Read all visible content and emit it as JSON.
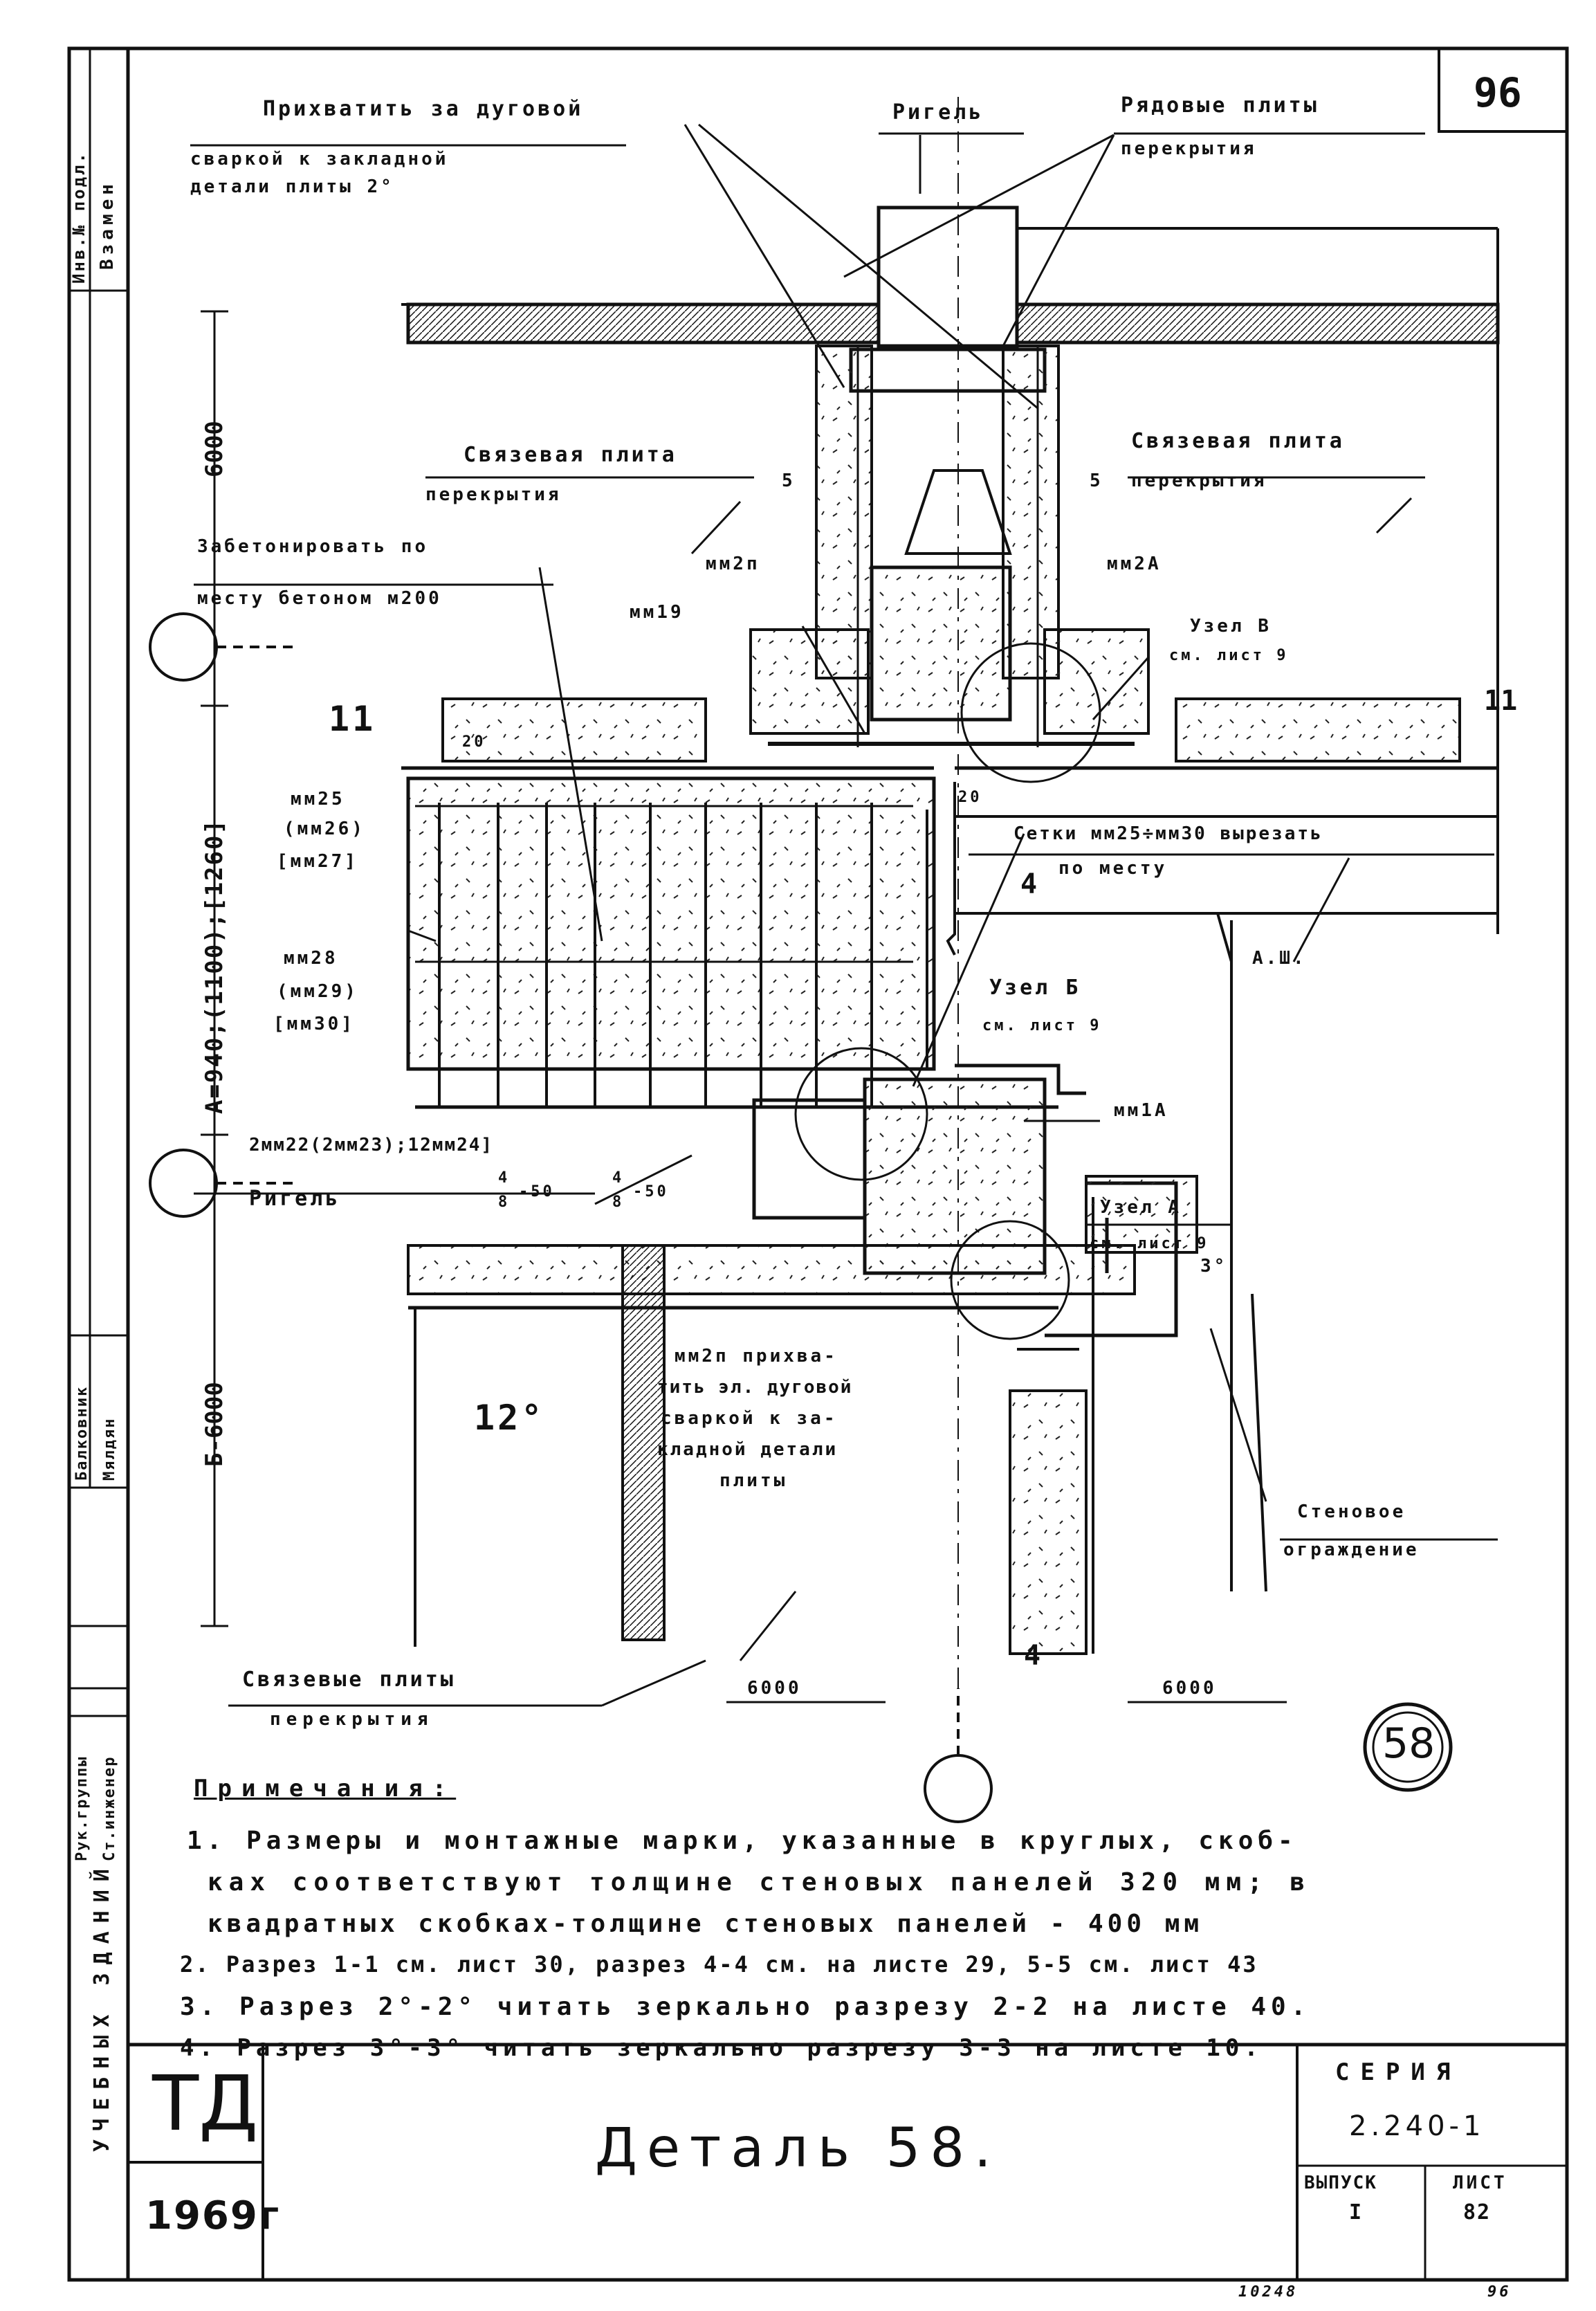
{
  "sheet": {
    "page_number": "96",
    "title": "Деталь 58.",
    "detail_circle": "58",
    "series_label": "СЕРИЯ",
    "series_value": "2.240-1",
    "issue_label": "ВЫПУСК",
    "issue_value": "I",
    "sheet_label": "ЛИСТ",
    "sheet_value": "82",
    "org": "ТД",
    "year": "1969г",
    "bottom_code_1": "10248",
    "bottom_code_2": "96"
  },
  "side_strip": {
    "inventory": "Инв.№ подл.",
    "replace": "Взамен",
    "building_type": "УЧЕБНЫХ ЗДАНИЙ",
    "roles": [
      {
        "role": "Рук.группы",
        "name": "Балковник"
      },
      {
        "role": "Ст.инженер",
        "name": "Мялдян"
      }
    ]
  },
  "labels": {
    "weld_to_plate": "Прихватить за дуговой",
    "weld_to_plate_2": "сваркой к закладной",
    "weld_to_plate_3": "детали плиты 2°",
    "girder_top": "Ригель",
    "ordinary_slabs": "Рядовые плиты",
    "ordinary_slabs_2": "перекрытия",
    "tie_slab_left": "Связевая плита",
    "tie_slab_left_2": "перекрытия",
    "tie_slab_right": "Связевая плита",
    "tie_slab_right_2": "перекрытия",
    "concrete": "Забетонировать по",
    "concrete_2": "месту бетоном м200",
    "mm2p": "мм2п",
    "mm2a": "мм2А",
    "mm19": "мм19",
    "node_v": "Узел В",
    "node_v_ref": "см. лист 9",
    "section_11_left": "11",
    "section_11_right": "11",
    "dim_20_a": "20",
    "dim_20_b": "20",
    "mesh_25": "мм25",
    "mesh_26": "(мм26)",
    "mesh_27": "[мм27]",
    "mesh_28": "мм28",
    "mesh_29": "(мм29)",
    "mesh_30": "[мм30]",
    "cut_mesh": "Сетки мм25÷мм30 вырезать",
    "cut_mesh_2": "по месту",
    "section_4_top": "4",
    "node_b": "Узел Б",
    "node_b_ref": "см. лист 9",
    "aw": "А.Ш.",
    "mm1a": "мм1А",
    "bars": "2мм22(2мм23);12мм24]",
    "girder_left": "Ригель",
    "frac1_num": "4",
    "frac1_den": "8",
    "frac1_tail": "-50",
    "frac2_num": "4",
    "frac2_den": "8",
    "frac2_tail": "-50",
    "node_a": "Узел А",
    "node_a_ref": "см. лист 9",
    "sec_3": "3°",
    "sec_12": "12°",
    "mm2p_note_1": "мм2п прихва-",
    "mm2p_note_2": "тить эл. дуговой",
    "mm2p_note_3": "сваркой к за-",
    "mm2p_note_4": "кладной детали",
    "mm2p_note_5": "плиты",
    "wall_fence_1": "Стеновое",
    "wall_fence_2": "ограждение",
    "tie_slabs_bottom_1": "Связевые плиты",
    "tie_slabs_bottom_2": "перекрытия",
    "section_4_bottom": "4",
    "span_left": "6000",
    "span_right": "6000",
    "dim_top": "6000",
    "dim_mid": "А=940;(1100);[1260]",
    "dim_bottom": "Б-6000",
    "sec_5_left": "5",
    "sec_5_right": "5"
  },
  "notes": {
    "title": "Примечания:",
    "items": [
      "1. Размеры и монтажные марки, указанные в круглых, скоб-",
      "ках соответствуют толщине стеновых панелей 320 мм; в",
      "квадратных скобках-толщине стеновых панелей - 400 мм",
      "2. Разрез 1-1 см. лист 30, разрез 4-4 см. на листе 29, 5-5 см. лист 43",
      "3. Разрез 2°-2° читать зеркально разрезу 2-2 на листе 40.",
      "4. Разрез 3°-3° читать зеркально разрезу 3-3 на листе 10."
    ]
  }
}
